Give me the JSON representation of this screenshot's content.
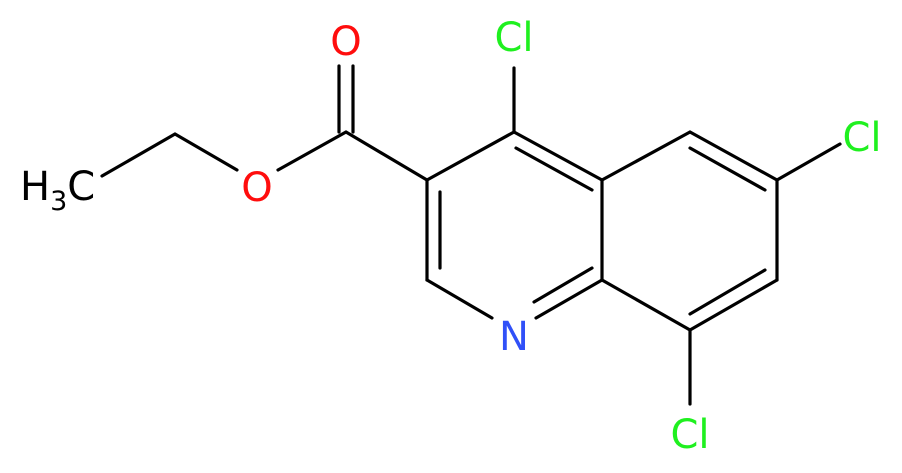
{
  "molecule": {
    "labels": {
      "methyl_h": "H",
      "methyl_sub": "3",
      "methyl_c": "C",
      "ester_o": "O",
      "carbonyl_o": "O",
      "ring_n": "N",
      "cl_4": "Cl",
      "cl_6": "Cl",
      "cl_8": "Cl"
    },
    "colors": {
      "bond": "#000000",
      "carbon": "#000000",
      "oxygen": "#ff0d0d",
      "nitrogen": "#3050f8",
      "chlorine": "#1ff01f"
    }
  }
}
